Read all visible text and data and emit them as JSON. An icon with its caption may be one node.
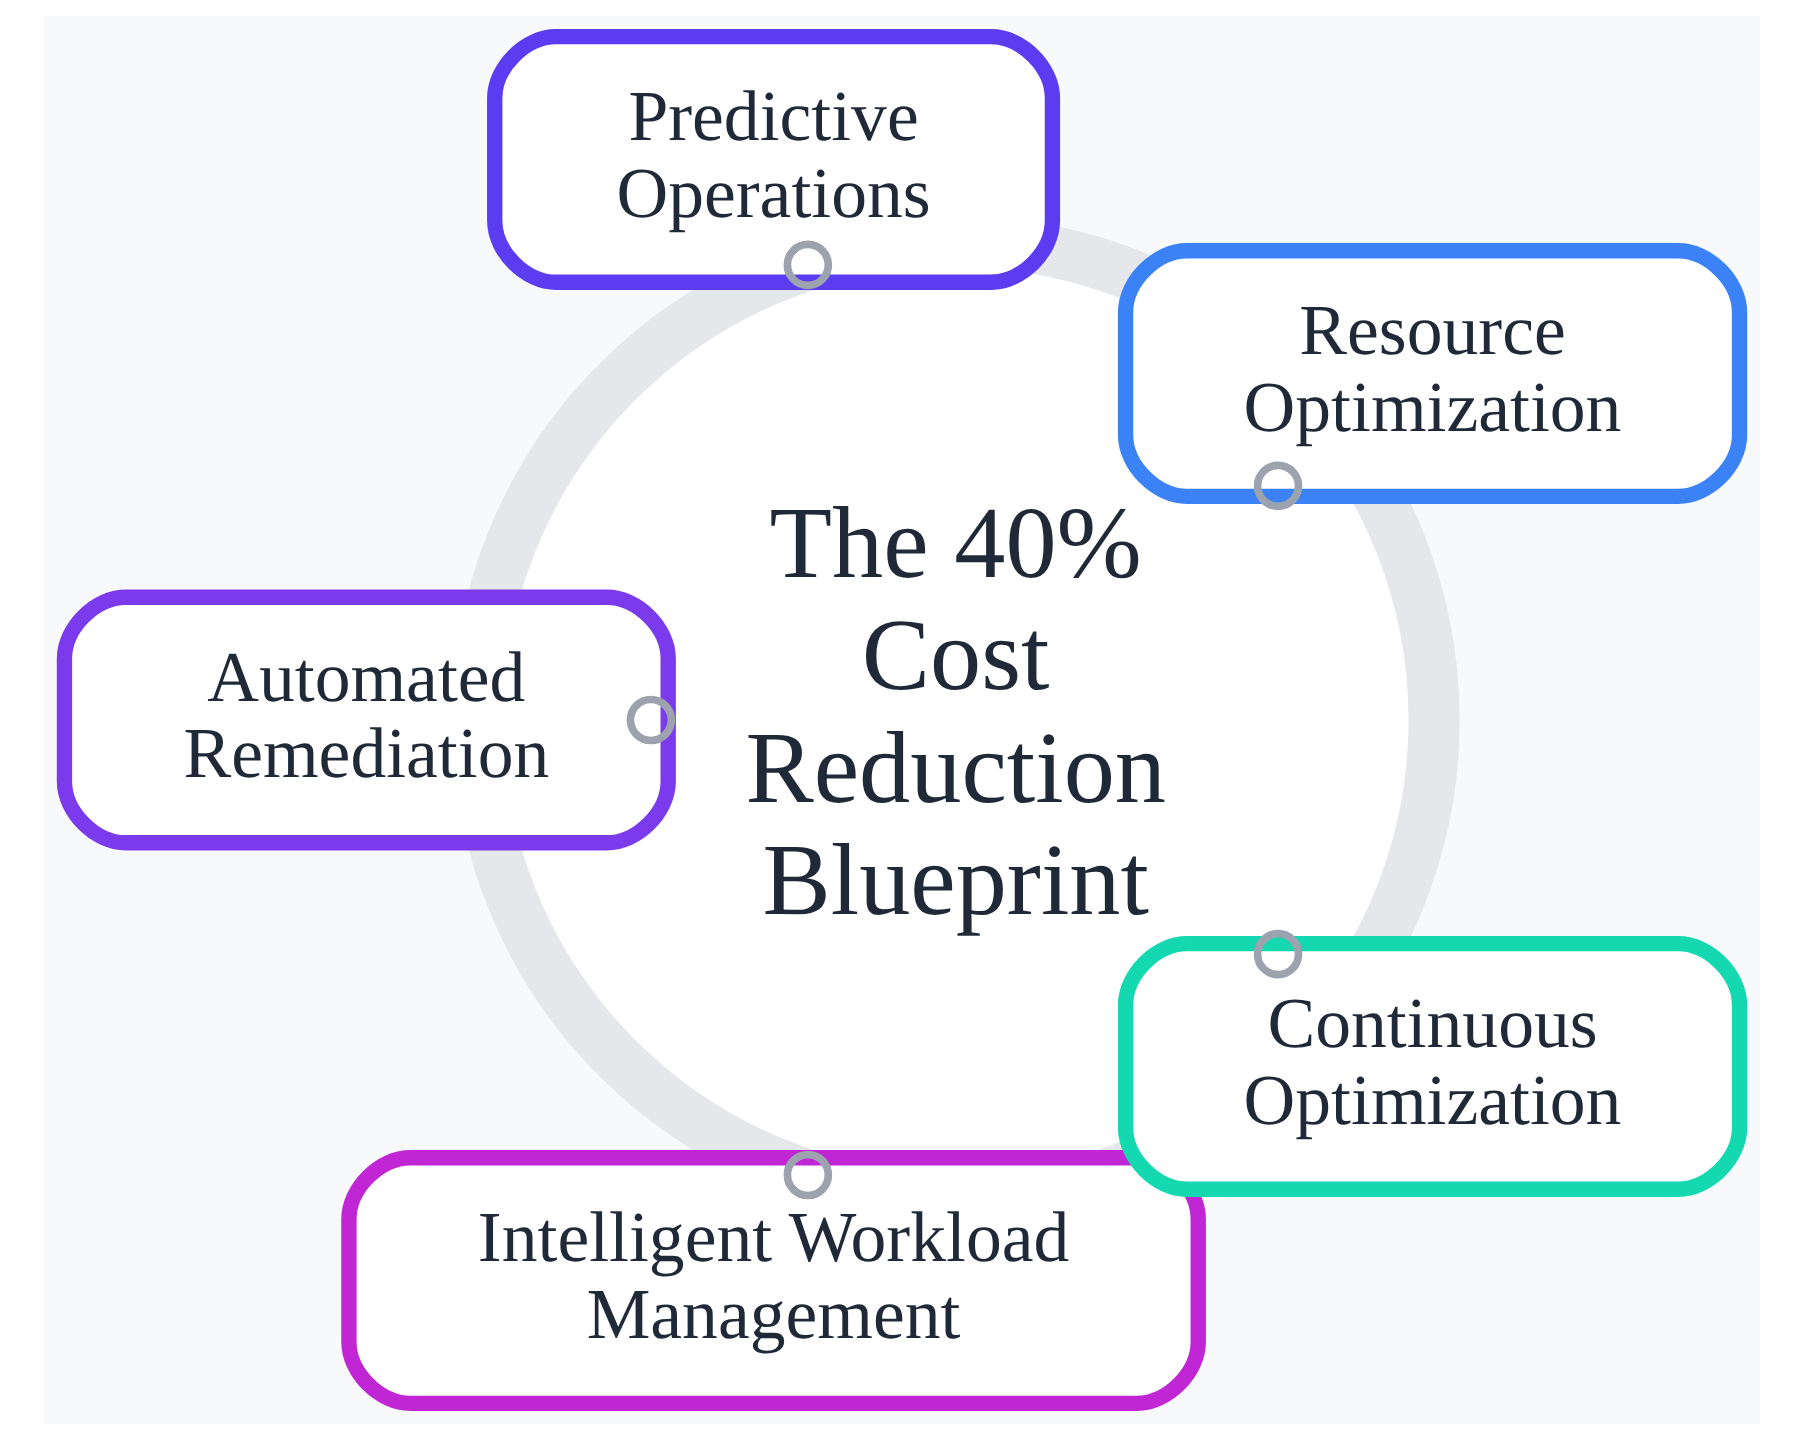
{
  "diagram": {
    "nodes": [
      {
        "text": [
          "The 40% Cost Reduction Blueprint"
        ]
      },
      {
        "text": [
          "Resource Optimization"
        ]
      },
      {
        "text": [
          "Predictive Operations"
        ]
      },
      {
        "text": [
          "Automated Remediation"
        ]
      },
      {
        "text": [
          "Intelligent Workload Management"
        ]
      },
      {
        "text": [
          "Continuous Optimization"
        ]
      }
    ],
    "edges": [
      {
        "from": 1,
        "to": 0,
        "arrow": "other"
      },
      {
        "from": 2,
        "to": 0,
        "arrow": "other"
      },
      {
        "from": 3,
        "to": 0,
        "arrow": "other"
      },
      {
        "from": 4,
        "to": 0,
        "arrow": "other"
      },
      {
        "from": 5,
        "to": 0,
        "arrow": "other"
      }
    ]
  }
}
